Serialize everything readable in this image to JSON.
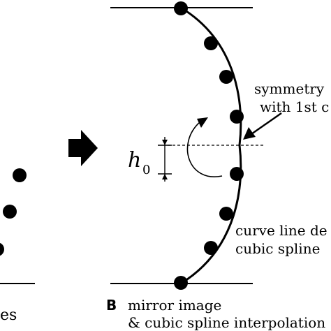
{
  "diagram": {
    "panel_a": {
      "label_fragment": "es"
    },
    "panel_b": {
      "letter": "B",
      "caption_line1": "mirror image",
      "caption_line2": "& cubic spline interpolation"
    },
    "annotations": {
      "symmetry_line1": "symmetry",
      "symmetry_line2": "with 1st c",
      "curve_line1": "curve line de",
      "curve_line2": "cubic spline",
      "h0_main": "h",
      "h0_sub": "0"
    }
  }
}
